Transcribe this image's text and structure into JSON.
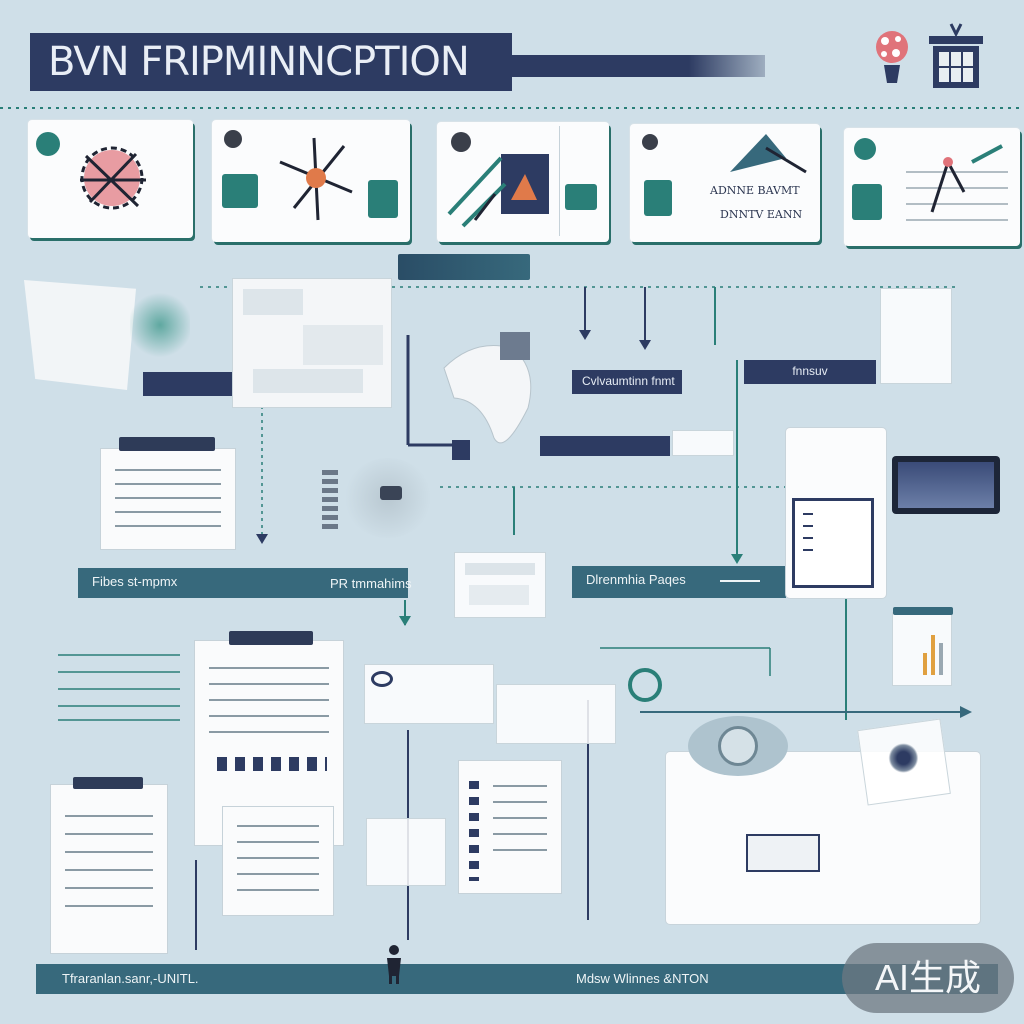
{
  "header": {
    "title": "BVN FRIPMINNCPTION"
  },
  "cards": [
    {
      "text_top": "",
      "text_bottom": ""
    },
    {
      "text_top": "",
      "text_bottom": ""
    },
    {
      "text_top": "",
      "text_bottom": ""
    },
    {
      "text_top": "ADNNE BAVMT",
      "text_bottom": "DNNTV EANN"
    },
    {
      "text_top": "",
      "text_bottom": ""
    }
  ],
  "labels": {
    "flow_left": "Fibes st-mpmx",
    "flow_mid": "PR tmmahims",
    "flow_right": "Dlrenmhia Paqes",
    "navy_mid": "Cvlvaumtinn fnmt",
    "navy_right": "fnnsuv"
  },
  "footer": {
    "left": "Tfraranlan.sanr,-UNITL.",
    "right": "Mdsw Wlinnes &NTON"
  },
  "watermark": "AI生成",
  "colors": {
    "navy": "#2d3b62",
    "teal": "#2a7f78",
    "slate": "#37697c",
    "background": "#cfdfe8",
    "accent": "#e0737a"
  }
}
